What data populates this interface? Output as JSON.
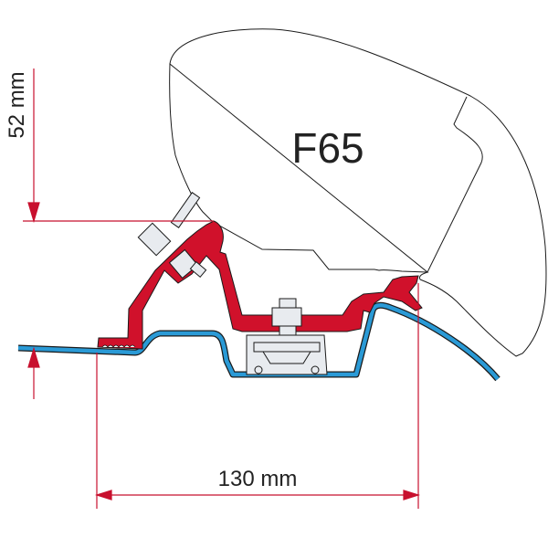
{
  "diagram": {
    "product_label": "F65",
    "dimension_vertical": "52 mm",
    "dimension_horizontal": "130 mm",
    "colors": {
      "adapter_red": "#d0112b",
      "roof_blue": "#2a9ad6",
      "dimension_line": "#c8102e",
      "outline": "#1a1a1a",
      "bolt_fill": "#e8ebef"
    }
  }
}
